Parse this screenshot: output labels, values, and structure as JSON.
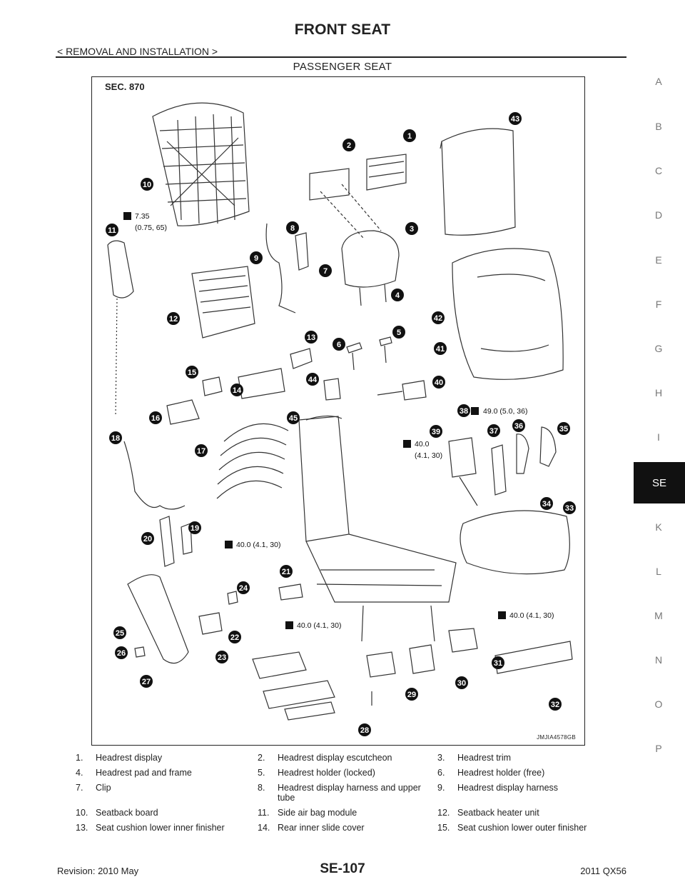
{
  "header": {
    "title": "FRONT SEAT",
    "section_path": "< REMOVAL AND INSTALLATION >",
    "subtitle": "PASSENGER SEAT"
  },
  "side_index": {
    "letters": [
      "A",
      "B",
      "C",
      "D",
      "E",
      "F",
      "G",
      "H",
      "I",
      "SE",
      "K",
      "L",
      "M",
      "N",
      "O",
      "P"
    ],
    "active": "SE"
  },
  "figure": {
    "sec_label": "SEC. 870",
    "figure_ref": "JMJIA4578GB",
    "callouts": [
      "1",
      "2",
      "3",
      "4",
      "5",
      "6",
      "7",
      "8",
      "9",
      "10",
      "11",
      "12",
      "13",
      "14",
      "15",
      "16",
      "17",
      "18",
      "19",
      "20",
      "21",
      "22",
      "23",
      "24",
      "25",
      "26",
      "27",
      "28",
      "29",
      "30",
      "31",
      "32",
      "33",
      "34",
      "35",
      "36",
      "37",
      "38",
      "39",
      "40",
      "41",
      "42",
      "43",
      "44",
      "45"
    ],
    "torques": {
      "t1_line1": "7.35",
      "t1_line2": "(0.75, 65)",
      "t2": "49.0 (5.0, 36)",
      "t3_line1": "40.0",
      "t3_line2": "(4.1, 30)",
      "t4": "40.0 (4.1, 30)",
      "t5": "40.0 (4.1, 30)",
      "t6": "40.0 (4.1, 30)"
    }
  },
  "legend": [
    [
      {
        "num": "1.",
        "label": "Headrest display"
      },
      {
        "num": "2.",
        "label": "Headrest display escutcheon"
      },
      {
        "num": "3.",
        "label": "Headrest trim"
      }
    ],
    [
      {
        "num": "4.",
        "label": "Headrest pad and frame"
      },
      {
        "num": "5.",
        "label": "Headrest holder (locked)"
      },
      {
        "num": "6.",
        "label": "Headrest holder (free)"
      }
    ],
    [
      {
        "num": "7.",
        "label": "Clip"
      },
      {
        "num": "8.",
        "label": "Headrest display harness and upper tube"
      },
      {
        "num": "9.",
        "label": "Headrest display harness"
      }
    ],
    [
      {
        "num": "10.",
        "label": "Seatback board"
      },
      {
        "num": "11.",
        "label": "Side air bag module"
      },
      {
        "num": "12.",
        "label": "Seatback heater unit"
      }
    ],
    [
      {
        "num": "13.",
        "label": "Seat cushion lower inner finisher"
      },
      {
        "num": "14.",
        "label": "Rear inner slide cover"
      },
      {
        "num": "15.",
        "label": "Seat cushion lower outer finisher"
      }
    ]
  ],
  "footer": {
    "revision": "Revision: 2010 May",
    "page": "SE-107",
    "model": "2011 QX56"
  }
}
